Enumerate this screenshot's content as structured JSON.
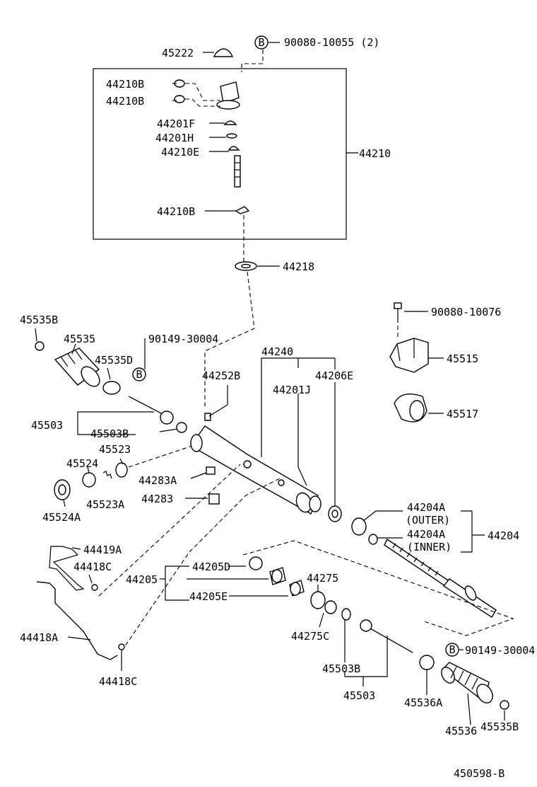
{
  "diagram_id": "450598-B",
  "labels": {
    "l45222": "45222",
    "l90080_10055": "90080-10055 (2)",
    "l44210B_1": "44210B",
    "l44210B_2": "44210B",
    "l44201F": "44201F",
    "l44201H": "44201H",
    "l44210E": "44210E",
    "l44210": "44210",
    "l44210B_3": "44210B",
    "l44218": "44218",
    "l45535B_top": "45535B",
    "l45535": "45535",
    "l90149_30004_top": "90149-30004",
    "l90080_10076": "90080-10076",
    "l45535D": "45535D",
    "l44240": "44240",
    "l44252B": "44252B",
    "l44206E": "44206E",
    "l44201J": "44201J",
    "l45515": "45515",
    "l45517": "45517",
    "l45503_left": "45503",
    "l45503B_left": "45503B",
    "l45523": "45523",
    "l45524": "45524",
    "l44283A": "44283A",
    "l45523A": "45523A",
    "l44283": "44283",
    "l45524A": "45524A",
    "l44204A_outer": "44204A",
    "l_outer": "(OUTER)",
    "l44204A_inner": "44204A",
    "l_inner": "(INNER)",
    "l44204": "44204",
    "l44419A": "44419A",
    "l44418C_top": "44418C",
    "l44205D": "44205D",
    "l44205": "44205",
    "l44275": "44275",
    "l44205E": "44205E",
    "l44275C": "44275C",
    "l44418A": "44418A",
    "l90149_30004_bot": "90149-30004",
    "l45503B_bot": "45503B",
    "l44418C_bot": "44418C",
    "l45503_bot": "45503",
    "l45536A": "45536A",
    "l45536": "45536",
    "l45535B_bot": "45535B",
    "l450598B": "450598-B",
    "circle_B": "B"
  }
}
